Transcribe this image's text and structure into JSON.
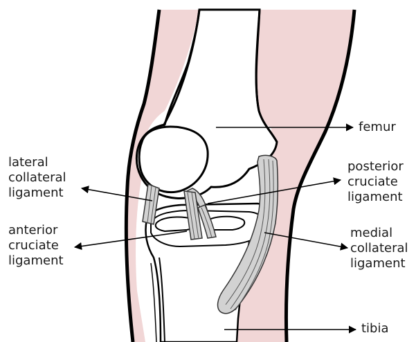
{
  "colors": {
    "tissue": "#f1d6d6",
    "bone": "#ffffff",
    "ligament": "#d2d2d2",
    "outline": "#000000"
  },
  "labels": {
    "femur": [
      "femur"
    ],
    "tibia": [
      "tibia"
    ],
    "lateral_collateral": [
      "lateral",
      "collateral",
      "ligament"
    ],
    "anterior_cruciate": [
      "anterior",
      "cruciate",
      "ligament"
    ],
    "posterior_cruciate": [
      "posterior",
      "cruciate",
      "ligament"
    ],
    "medial_collateral": [
      "medial",
      "collateral",
      "ligament"
    ]
  }
}
